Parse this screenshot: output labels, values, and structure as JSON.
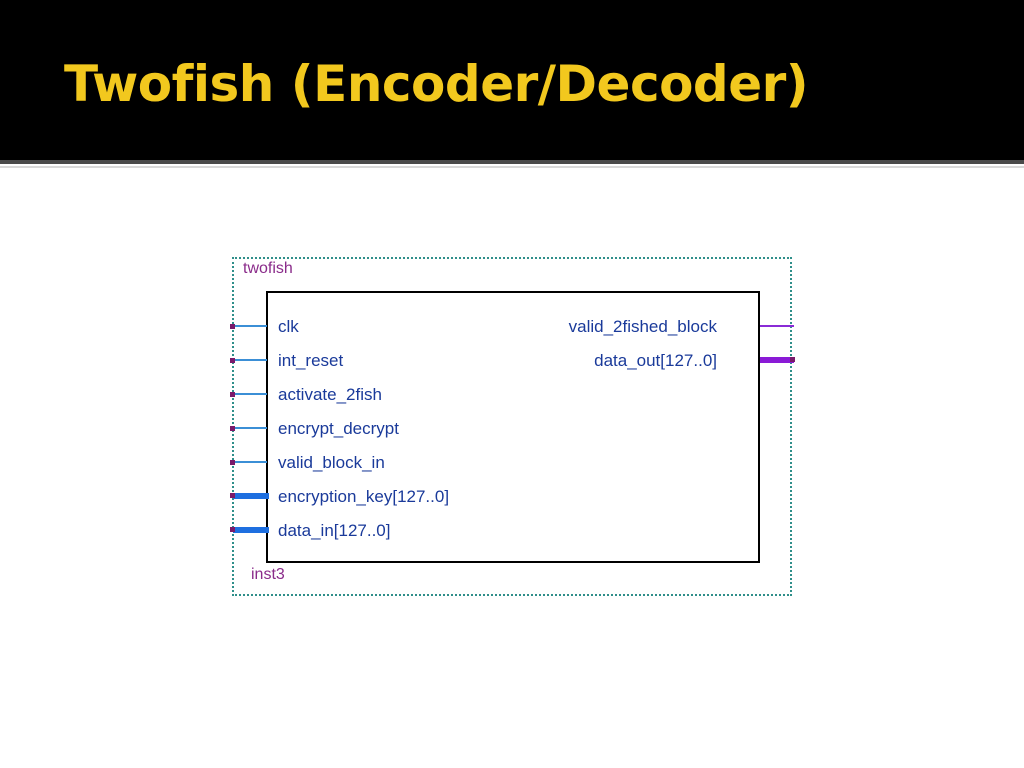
{
  "slide": {
    "title": "Twofish (Encoder/Decoder)"
  },
  "diagram": {
    "instance_name": "twofish",
    "instance_id": "inst3",
    "inputs": [
      "clk",
      "int_reset",
      "activate_2fish",
      "encrypt_decrypt",
      "valid_block_in",
      "encryption_key[127..0]",
      "data_in[127..0]"
    ],
    "outputs": [
      "valid_2fished_block",
      "data_out[127..0]"
    ]
  },
  "colors": {
    "title_bar": "#000000",
    "title_text": "#f2c81e",
    "pin_text": "#1a3a9a",
    "instance_text": "#8a2b8a",
    "input_wire": "#3b8fd6",
    "output_wire": "#8a2bd6",
    "outer_border": "#2f8f8a"
  }
}
